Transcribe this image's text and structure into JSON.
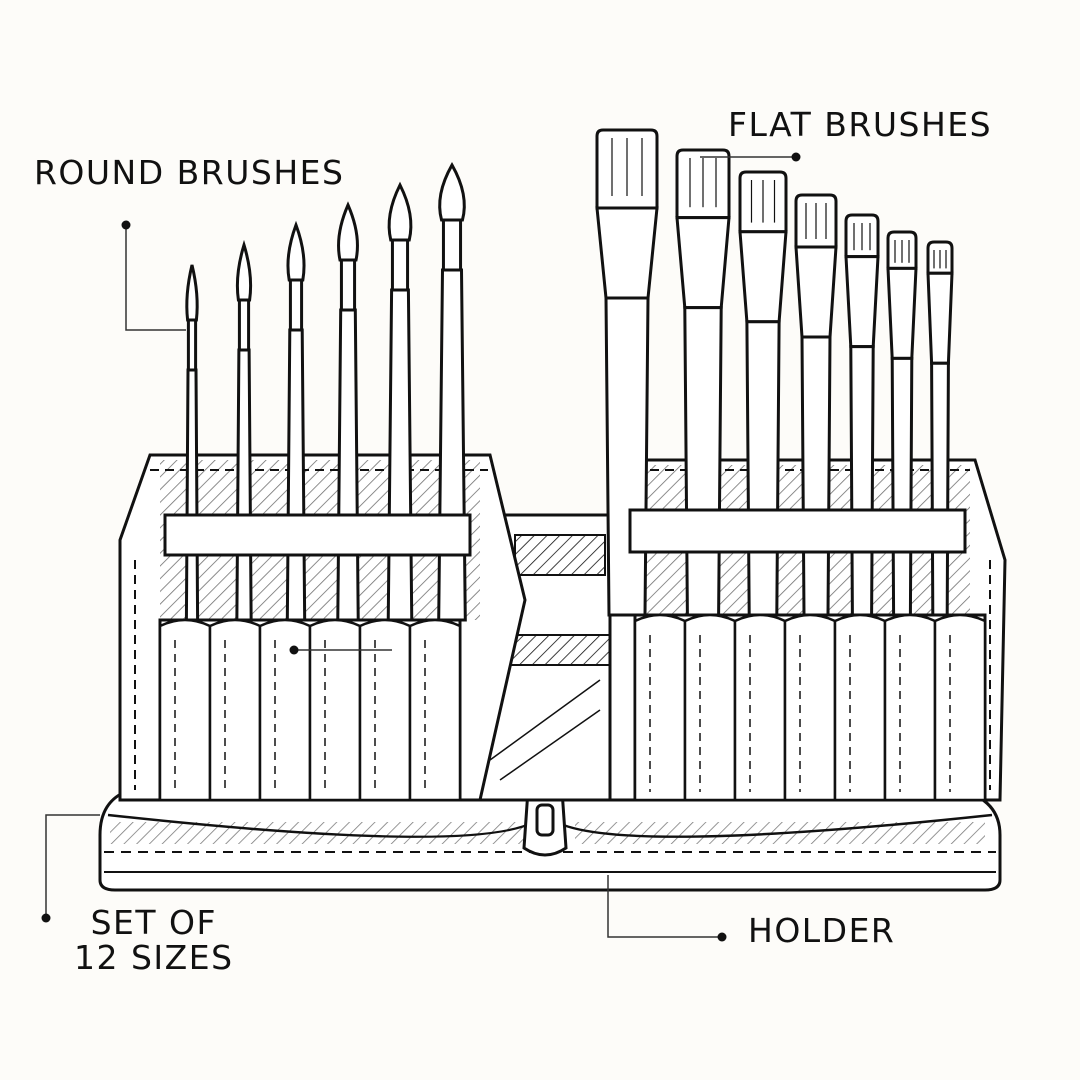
{
  "labels": {
    "round_brushes": "ROUND BRUSHES",
    "flat_brushes": "FLAT BRUSHES",
    "set_line1": "SET OF",
    "set_line2": "12 SIZES",
    "holder": "HOLDER"
  },
  "illustration": {
    "round_brush_count": 6,
    "flat_brush_count": 7
  },
  "colors": {
    "ink": "#111111",
    "paper": "#fdfcf9",
    "leader": "#333333"
  }
}
